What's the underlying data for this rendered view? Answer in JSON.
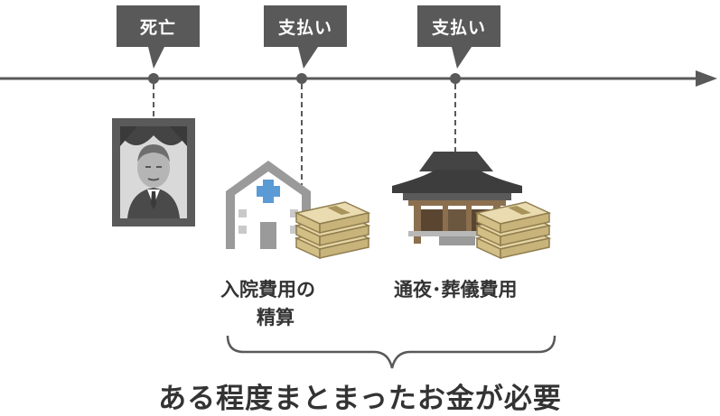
{
  "callouts": {
    "death": "死亡",
    "payment_1": "支払い",
    "payment_2": "支払い"
  },
  "labels": {
    "hospital_line1": "入院費用の",
    "hospital_line2": "精算",
    "funeral": "通夜･葬儀費用"
  },
  "summary": "ある程度まとまったお金が必要",
  "colors": {
    "callout_bg": "#595959",
    "timeline": "#595959",
    "text": "#333333",
    "money_gold": "#c8b37a",
    "cross_blue": "#5b9bd5"
  },
  "icons": [
    "memorial-portrait-icon",
    "hospital-icon",
    "money-stack-icon",
    "temple-icon"
  ]
}
